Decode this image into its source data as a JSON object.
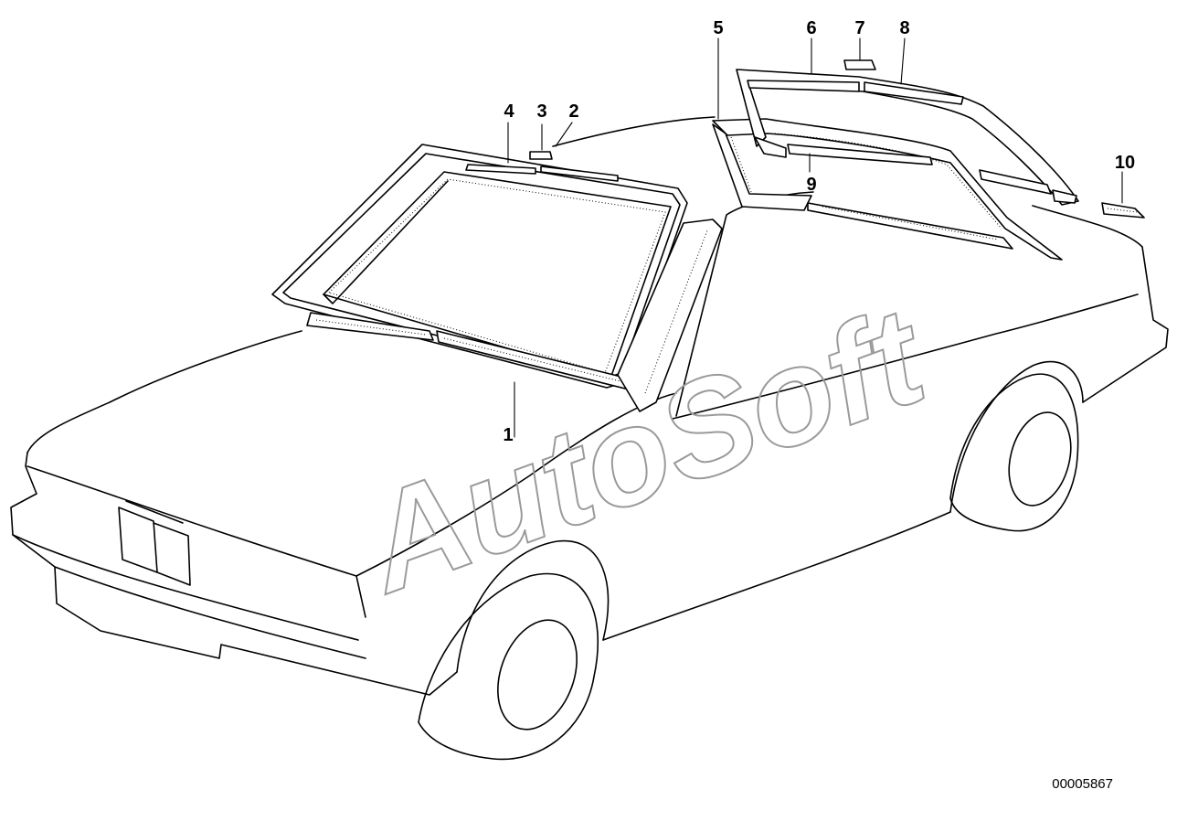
{
  "callouts": [
    {
      "id": "1",
      "label": "1"
    },
    {
      "id": "2",
      "label": "2"
    },
    {
      "id": "3",
      "label": "3"
    },
    {
      "id": "4",
      "label": "4"
    },
    {
      "id": "5",
      "label": "5"
    },
    {
      "id": "6",
      "label": "6"
    },
    {
      "id": "7",
      "label": "7"
    },
    {
      "id": "8",
      "label": "8"
    },
    {
      "id": "9",
      "label": "9"
    },
    {
      "id": "10",
      "label": "10"
    }
  ],
  "reference_number": "00005867",
  "watermark": "AutoSoft"
}
